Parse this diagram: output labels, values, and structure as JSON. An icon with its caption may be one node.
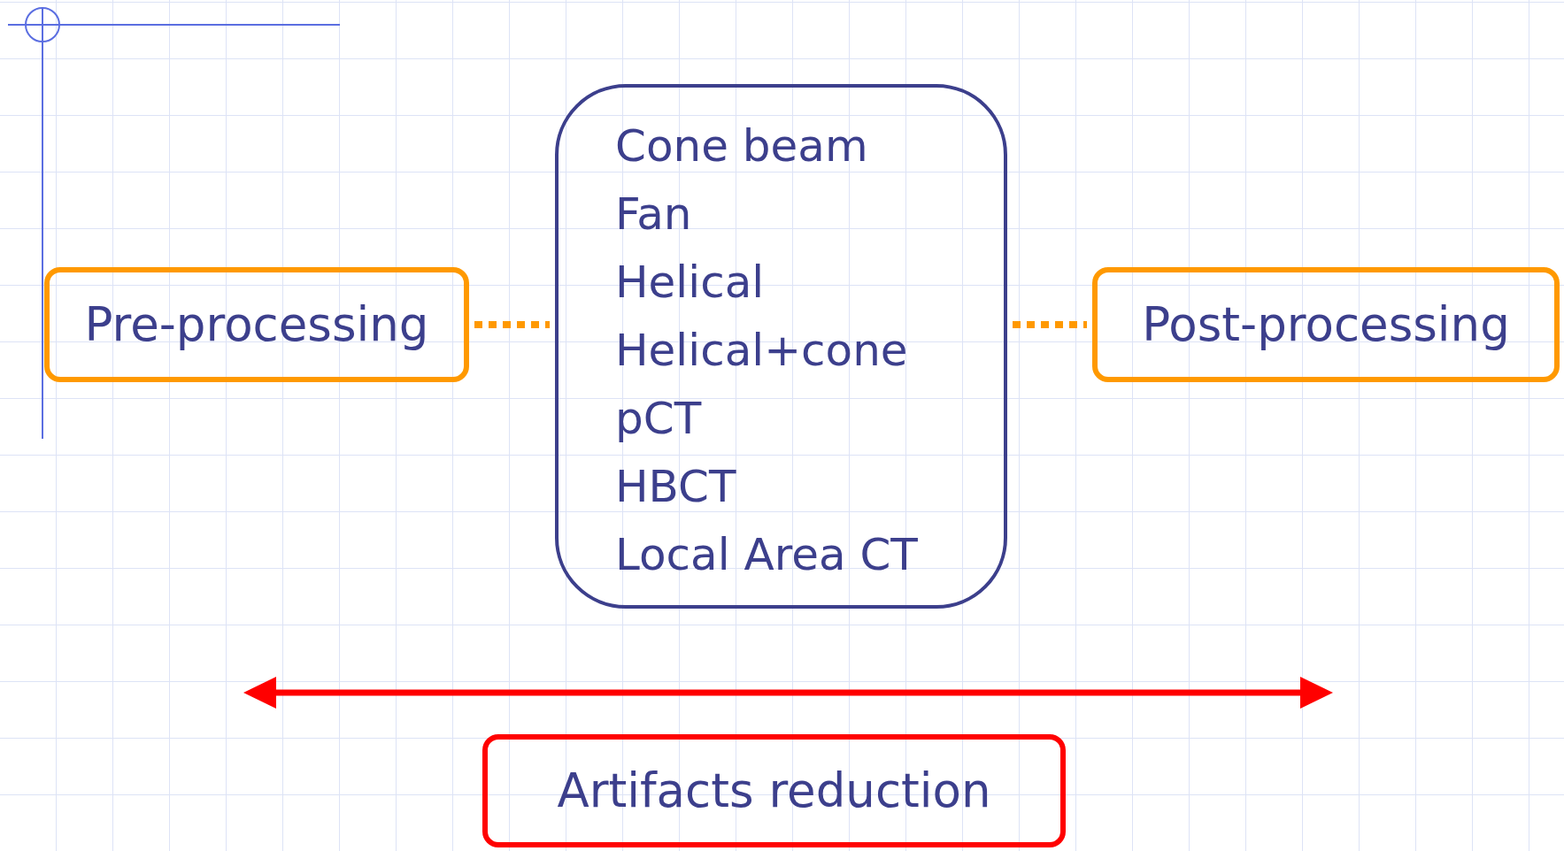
{
  "diagram": {
    "nodes": [
      {
        "text": [
          "Pre-processing"
        ]
      },
      {
        "text": [
          "Cone beam",
          "Fan",
          "Helical",
          "Helical+cone",
          "pCT",
          "HBCT",
          "Local Area CT"
        ]
      },
      {
        "text": [
          "Post-processing"
        ]
      },
      {
        "text": [
          "Artifacts reduction"
        ]
      }
    ],
    "edges": [
      {
        "from": 0,
        "to": 1,
        "arrow": "none",
        "style": "dashed"
      },
      {
        "from": 1,
        "to": 2,
        "arrow": "none",
        "style": "dashed"
      }
    ]
  }
}
